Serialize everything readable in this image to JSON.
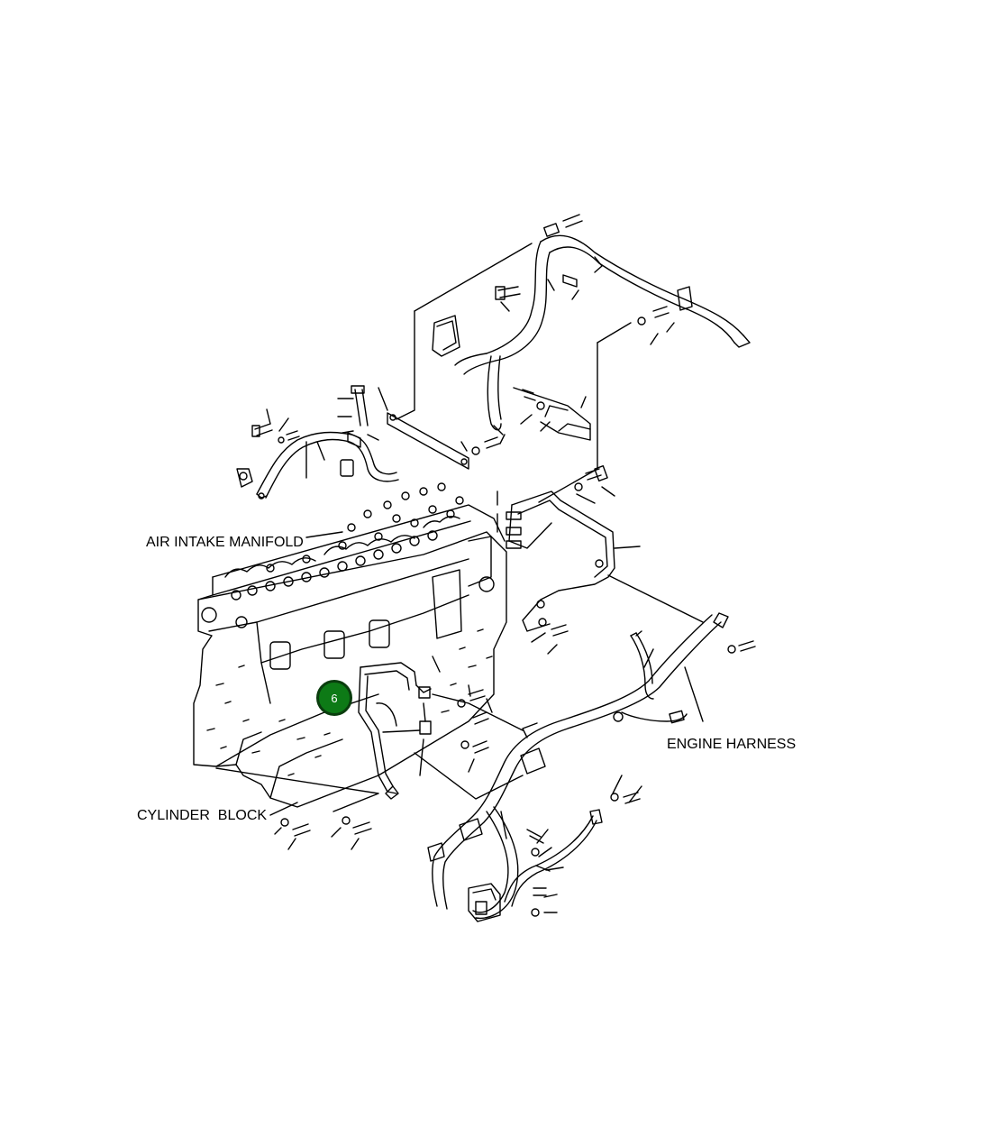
{
  "labels": {
    "air_intake_manifold": "AIR INTAKE MANIFOLD",
    "engine_harness": "ENGINE HARNESS",
    "cylinder_block": "CYLINDER  BLOCK"
  },
  "marker": {
    "number": "6",
    "color": "#0d7a16"
  }
}
